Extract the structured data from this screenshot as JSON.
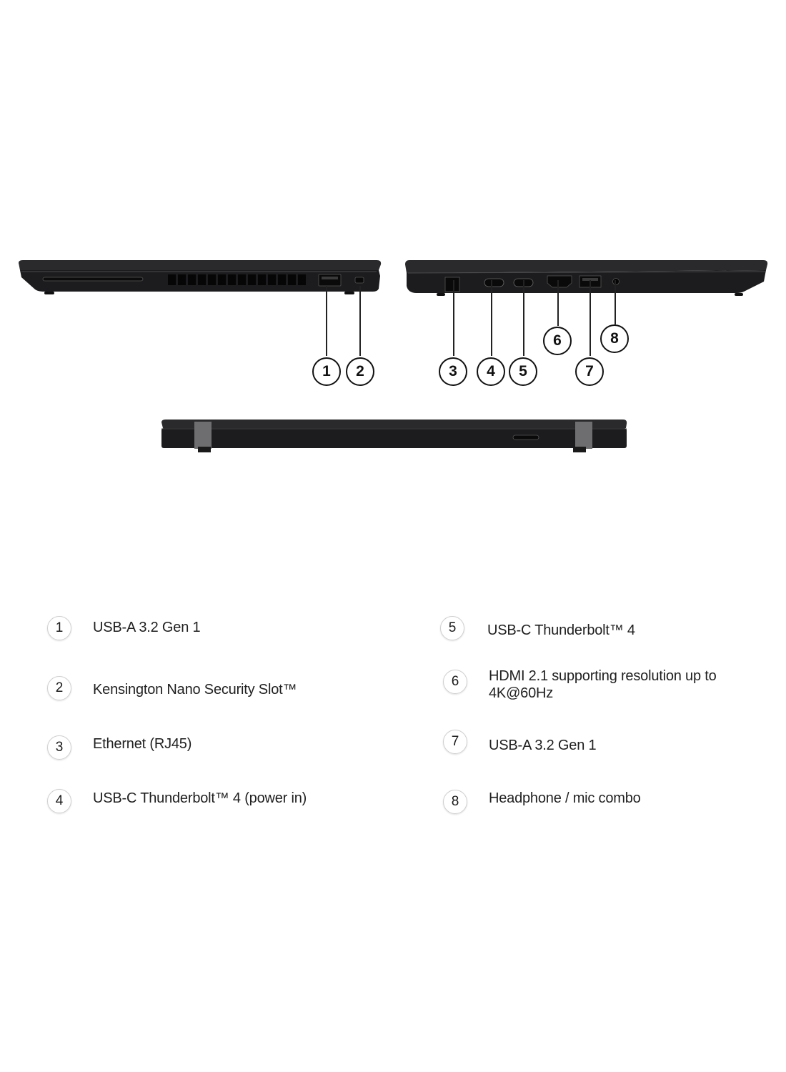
{
  "diagram": {
    "views": [
      {
        "name": "left-side-view",
        "ports": [
          "1",
          "2"
        ]
      },
      {
        "name": "right-side-view",
        "ports": [
          "3",
          "4",
          "5",
          "6",
          "7",
          "8"
        ]
      },
      {
        "name": "rear-view",
        "ports": []
      }
    ],
    "callouts": [
      {
        "number": "1",
        "label": "USB-A 3.2 Gen 1"
      },
      {
        "number": "2",
        "label": "Kensington Nano Security Slot™"
      },
      {
        "number": "3",
        "label": "Ethernet (RJ45)"
      },
      {
        "number": "4",
        "label": "USB-C Thunderbolt™ 4 (power in)"
      },
      {
        "number": "5",
        "label": "USB-C Thunderbolt™ 4"
      },
      {
        "number": "6",
        "label": "HDMI 2.1 supporting resolution up to 4K@60Hz"
      },
      {
        "number": "7",
        "label": "USB-A 3.2 Gen 1"
      },
      {
        "number": "8",
        "label": "Headphone / mic combo"
      }
    ],
    "colors": {
      "chassis": "#1c1c1e",
      "chassis_edge": "#3a3a3c",
      "hinge": "#6e6e70",
      "text": "#1f1f1f",
      "background": "#ffffff"
    }
  }
}
